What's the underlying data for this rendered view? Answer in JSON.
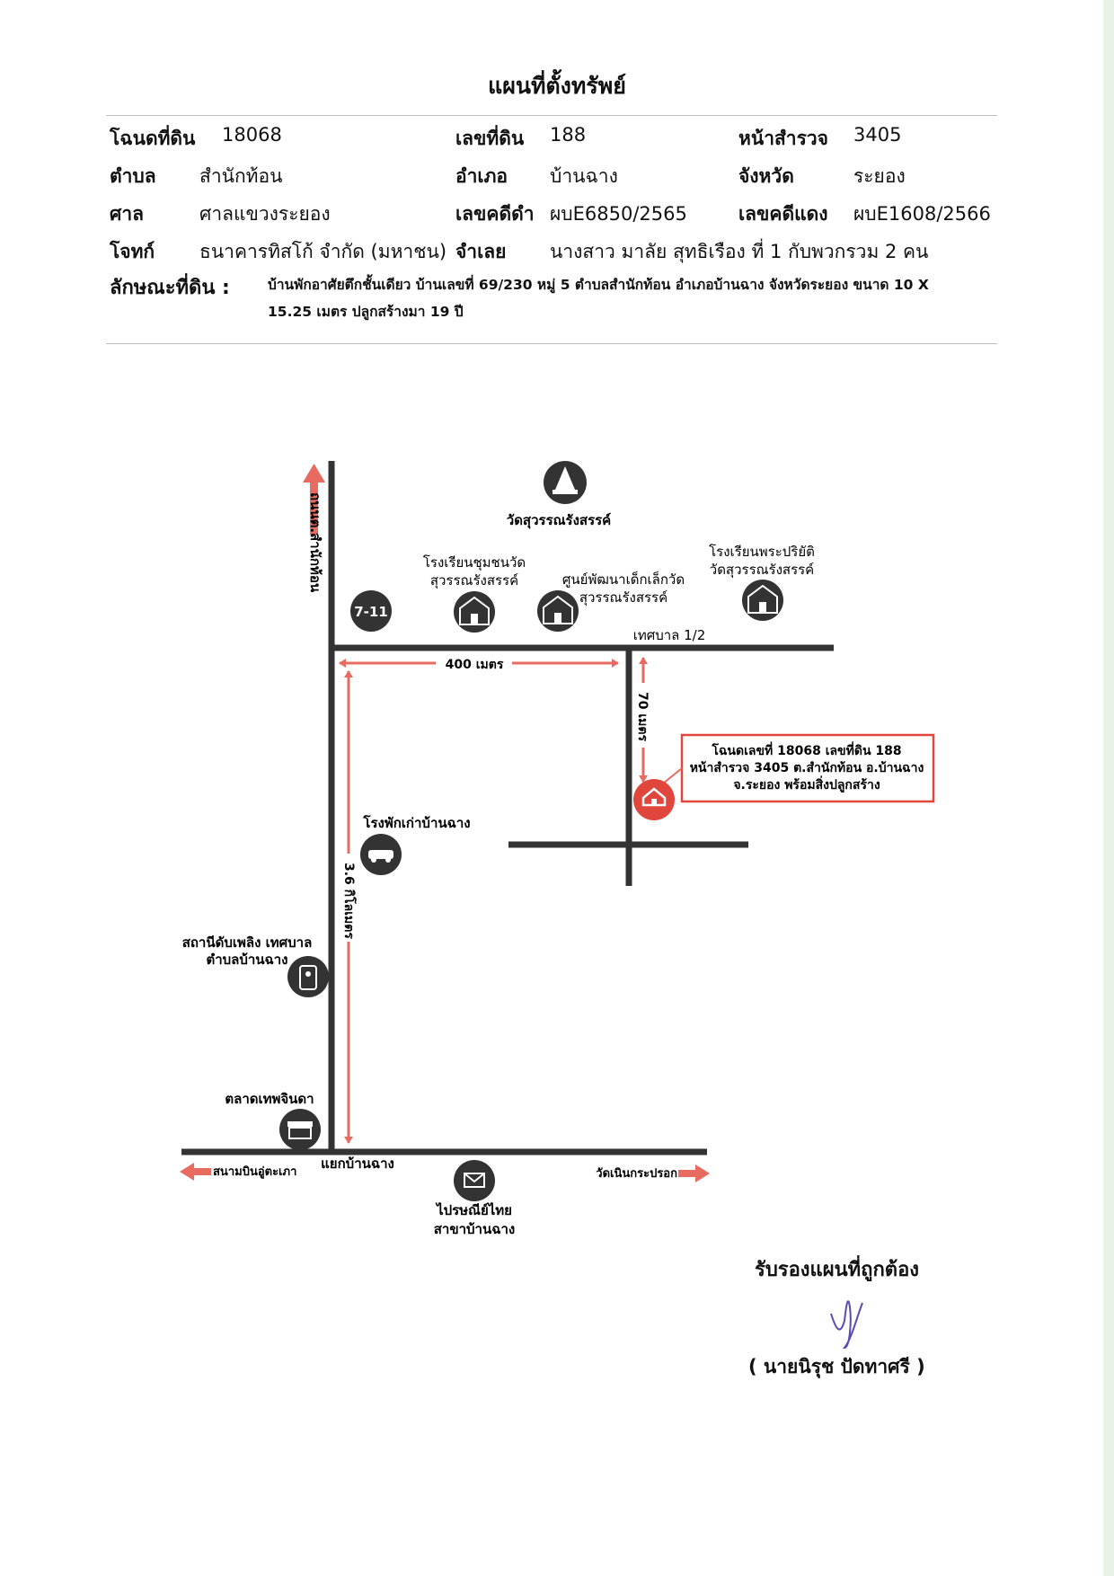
{
  "document": {
    "title": "แผนที่ตั้งทรัพย์",
    "fields": {
      "deed_label": "โฉนดที่ดิน",
      "deed_value": "18068",
      "land_no_label": "เลขที่ดิน",
      "land_no_value": "188",
      "survey_label": "หน้าสำรวจ",
      "survey_value": "3405",
      "subdistrict_label": "ตำบล",
      "subdistrict_value": "สำนักท้อน",
      "district_label": "อำเภอ",
      "district_value": "บ้านฉาง",
      "province_label": "จังหวัด",
      "province_value": "ระยอง",
      "court_label": "ศาล",
      "court_value": "ศาลแขวงระยอง",
      "black_case_label": "เลขคดีดำ",
      "black_case_value": "ผบE6850/2565",
      "red_case_label": "เลขคดีแดง",
      "red_case_value": "ผบE1608/2566",
      "plaintiff_label": "โจทก์",
      "plaintiff_value": "ธนาคารทิสโก้ จำกัด (มหาชน)",
      "defendant_label": "จำเลย",
      "defendant_value": "นางสาว มาลัย สุทธิเรือง  ที่ 1  กับพวกรวม 2 คน",
      "land_desc_label": "ลักษณะที่ดิน :",
      "land_desc_value": "บ้านพักอาศัยตึกชั้นเดียว บ้านเลขที่ 69/230 หมู่ 5 ตำบลสำนักท้อน อำเภอบ้านฉาง จังหวัดระยอง ขนาด 10 X 15.25 เมตร ปลูกสร้างมา 19 ปี"
    }
  },
  "map": {
    "road_north": "ถนนต.สำนักท้อน",
    "temple": "วัดสุวรรณรังสรรค์",
    "school1_line1": "โรงเรียนชุมชนวัด",
    "school1_line2": "สุวรรณรังสรรค์",
    "childcenter_line1": "ศูนย์พัฒนาเด็กเล็กวัด",
    "childcenter_line2": "สุวรรณรังสรรค์",
    "school2_line1": "โรงเรียนพระปริยัติ",
    "school2_line2": "วัดสุวรรณรังสรรค์",
    "store": "7-11",
    "road_tessaban": "เทศบาล 1/2",
    "dist_400": "400 เมตร",
    "dist_70": "70 เมตร",
    "property_line1": "โฉนดเลขที่ 18068 เลขที่ดิน 188",
    "property_line2": "หน้าสำรวจ 3405 ต.สำนักท้อน อ.บ้านฉาง",
    "property_line3": "จ.ระยอง  พร้อมสิ่งปลูกสร้าง",
    "old_station": "โรงพักเก่าบ้านฉาง",
    "dist_36": "3.6 กิโลเมตร",
    "fire_line1": "สถานีดับเพลิง เทศบาล",
    "fire_line2": "ตำบลบ้านฉาง",
    "market": "ตลาดเทพจินดา",
    "junction": "แยกบ้านฉาง",
    "to_airport": "สนามบินอู่ตะเภา",
    "to_temple": "วัดเนินกระปรอก",
    "post_line1": "ไปรษณีย์ไทย",
    "post_line2": "สาขาบ้านฉาง"
  },
  "signature": {
    "certify": "รับรองแผนที่ถูกต้อง",
    "name": "( นายนิรุช ปัดทาศรี )"
  },
  "colors": {
    "road": "#333333",
    "arrow": "#e86b60",
    "property_box": "#e0463c"
  }
}
